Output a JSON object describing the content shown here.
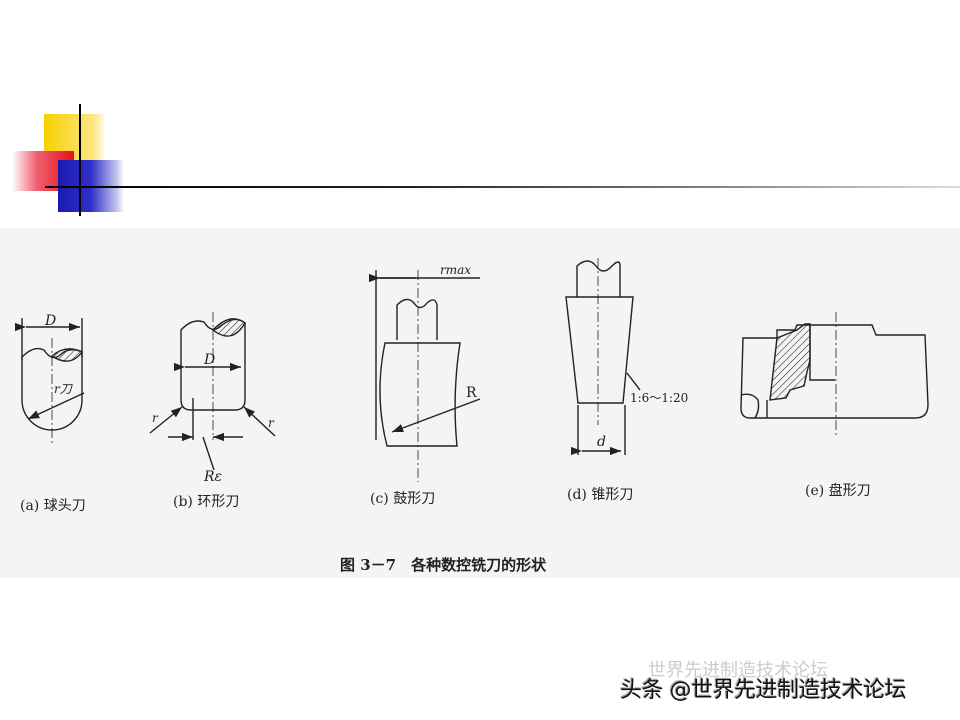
{
  "figure": {
    "caption": "图 3－7　各种数控铣刀的形状",
    "panels": [
      {
        "label": "(a) 球头刀",
        "dims": [
          "D",
          "r刀"
        ]
      },
      {
        "label": "(b) 环形刀",
        "dims": [
          "D",
          "r",
          "r",
          "Rε"
        ]
      },
      {
        "label": "(c) 鼓形刀",
        "dims": [
          "rmax",
          "R"
        ]
      },
      {
        "label": "(d) 锥形刀",
        "dims": [
          "d",
          "1:6～1:20"
        ]
      },
      {
        "label": "(e) 盘形刀",
        "dims": []
      }
    ]
  },
  "watermark": {
    "text": "头条 @世界先进制造技术论坛",
    "ghost_text": "世界先进制造技术论坛"
  },
  "colors": {
    "accent_yellow": "#f8d000",
    "accent_red": "#e8101a",
    "accent_blue": "#1a1ab0"
  }
}
